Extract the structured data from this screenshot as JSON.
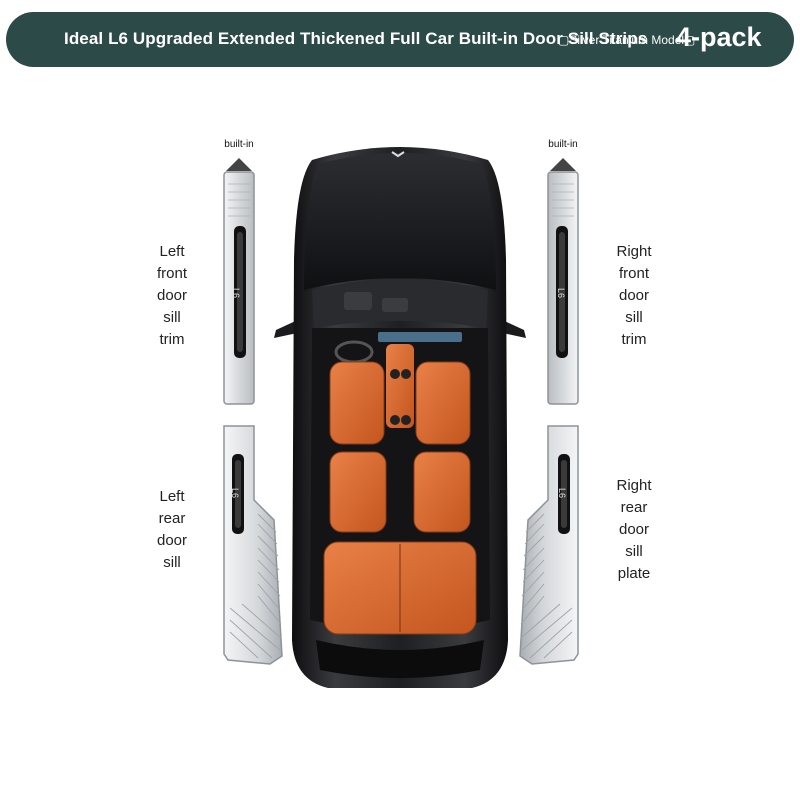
{
  "banner": {
    "title": "Ideal L6 Upgraded Extended Thickened Full Car Built-in Door Sill Strips",
    "variant": "▢Silver Titanium Model▢",
    "pack": "4-pack"
  },
  "labels": {
    "builtin_left": "built-in",
    "builtin_right": "built-in",
    "left_front": "Left\nfront\ndoor\nsill\ntrim",
    "right_front": "Right\nfront\ndoor\nsill\ntrim",
    "left_rear": "Left\nrear\ndoor\nsill",
    "right_rear": "Right\nrear\ndoor\nsill\nplate"
  },
  "sill_text": "L6",
  "colors": {
    "banner_bg": "#2c4a47",
    "car_body": "#1c1c1e",
    "seat_orange": "#d8672e",
    "sill_metal": "#d9dcdf"
  }
}
